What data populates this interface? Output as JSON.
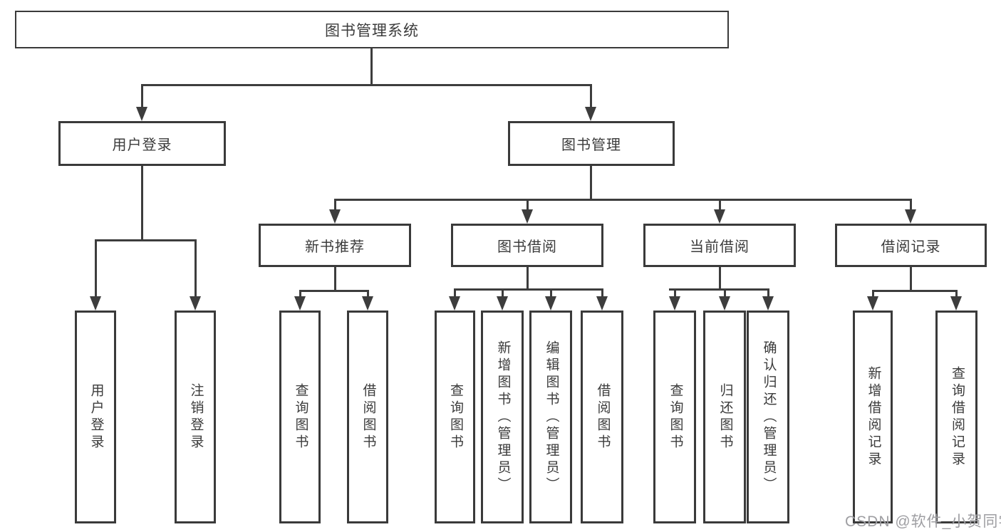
{
  "diagram": {
    "root": {
      "label": "图书管理系统"
    },
    "branches": [
      {
        "label": "用户登录"
      },
      {
        "label": "图书管理"
      }
    ],
    "modules": [
      {
        "label": "新书推荐"
      },
      {
        "label": "图书借阅"
      },
      {
        "label": "当前借阅"
      },
      {
        "label": "借阅记录"
      }
    ],
    "leaves": [
      {
        "label": "用户登录"
      },
      {
        "label": "注销登录"
      },
      {
        "label": "查询图书"
      },
      {
        "label": "借阅图书"
      },
      {
        "label": "查询图书"
      },
      {
        "label": "新增图书（管理员）"
      },
      {
        "label": "编辑图书（管理员）"
      },
      {
        "label": "借阅图书"
      },
      {
        "label": "查询图书"
      },
      {
        "label": "归还图书"
      },
      {
        "label": "确认归还（管理员）"
      },
      {
        "label": "新增借阅记录"
      },
      {
        "label": "查询借阅记录"
      }
    ]
  },
  "watermark": {
    "text": "CSDN @软件_小贺同学"
  },
  "colors": {
    "line": "#3d3d3d",
    "box_border": "#3a3a3a",
    "box_fill": "#ffffff",
    "text": "#3b3b3b",
    "watermark": "#9e9ea2",
    "background": "#ffffff"
  }
}
